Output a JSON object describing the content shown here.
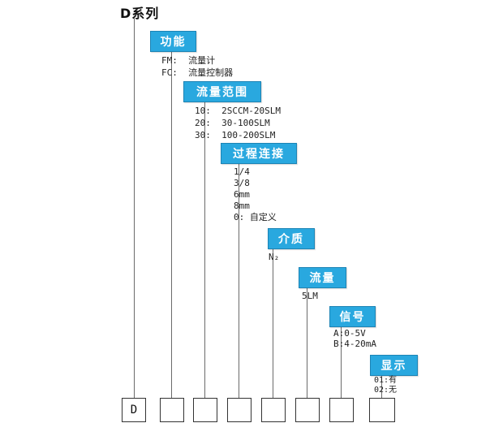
{
  "title": "D系列",
  "bottom_code_prefix": "D",
  "colors": {
    "accent_blue": "#29a8df",
    "line": "#6b6b6b"
  },
  "groups": [
    {
      "name": "function",
      "label": "功能",
      "options": [
        "FM:  流量计",
        "FC:  流量控制器"
      ]
    },
    {
      "name": "flow-range",
      "label": "流量范围",
      "options": [
        "10:  2SCCM-20SLM",
        "20:  30-100SLM",
        "30:  100-200SLM"
      ]
    },
    {
      "name": "process-connection",
      "label": "过程连接",
      "options": [
        "1/4",
        "3/8",
        "6mm",
        "8mm",
        "0: 自定义"
      ]
    },
    {
      "name": "medium",
      "label": "介质",
      "options": [
        "N₂"
      ]
    },
    {
      "name": "flow",
      "label": "流量",
      "options": [
        "5LM"
      ]
    },
    {
      "name": "signal",
      "label": "信号",
      "options": [
        "A:0-5V",
        "B:4-20mA"
      ]
    },
    {
      "name": "display",
      "label": "显示",
      "options": [
        "01:有",
        "02:无"
      ]
    }
  ]
}
